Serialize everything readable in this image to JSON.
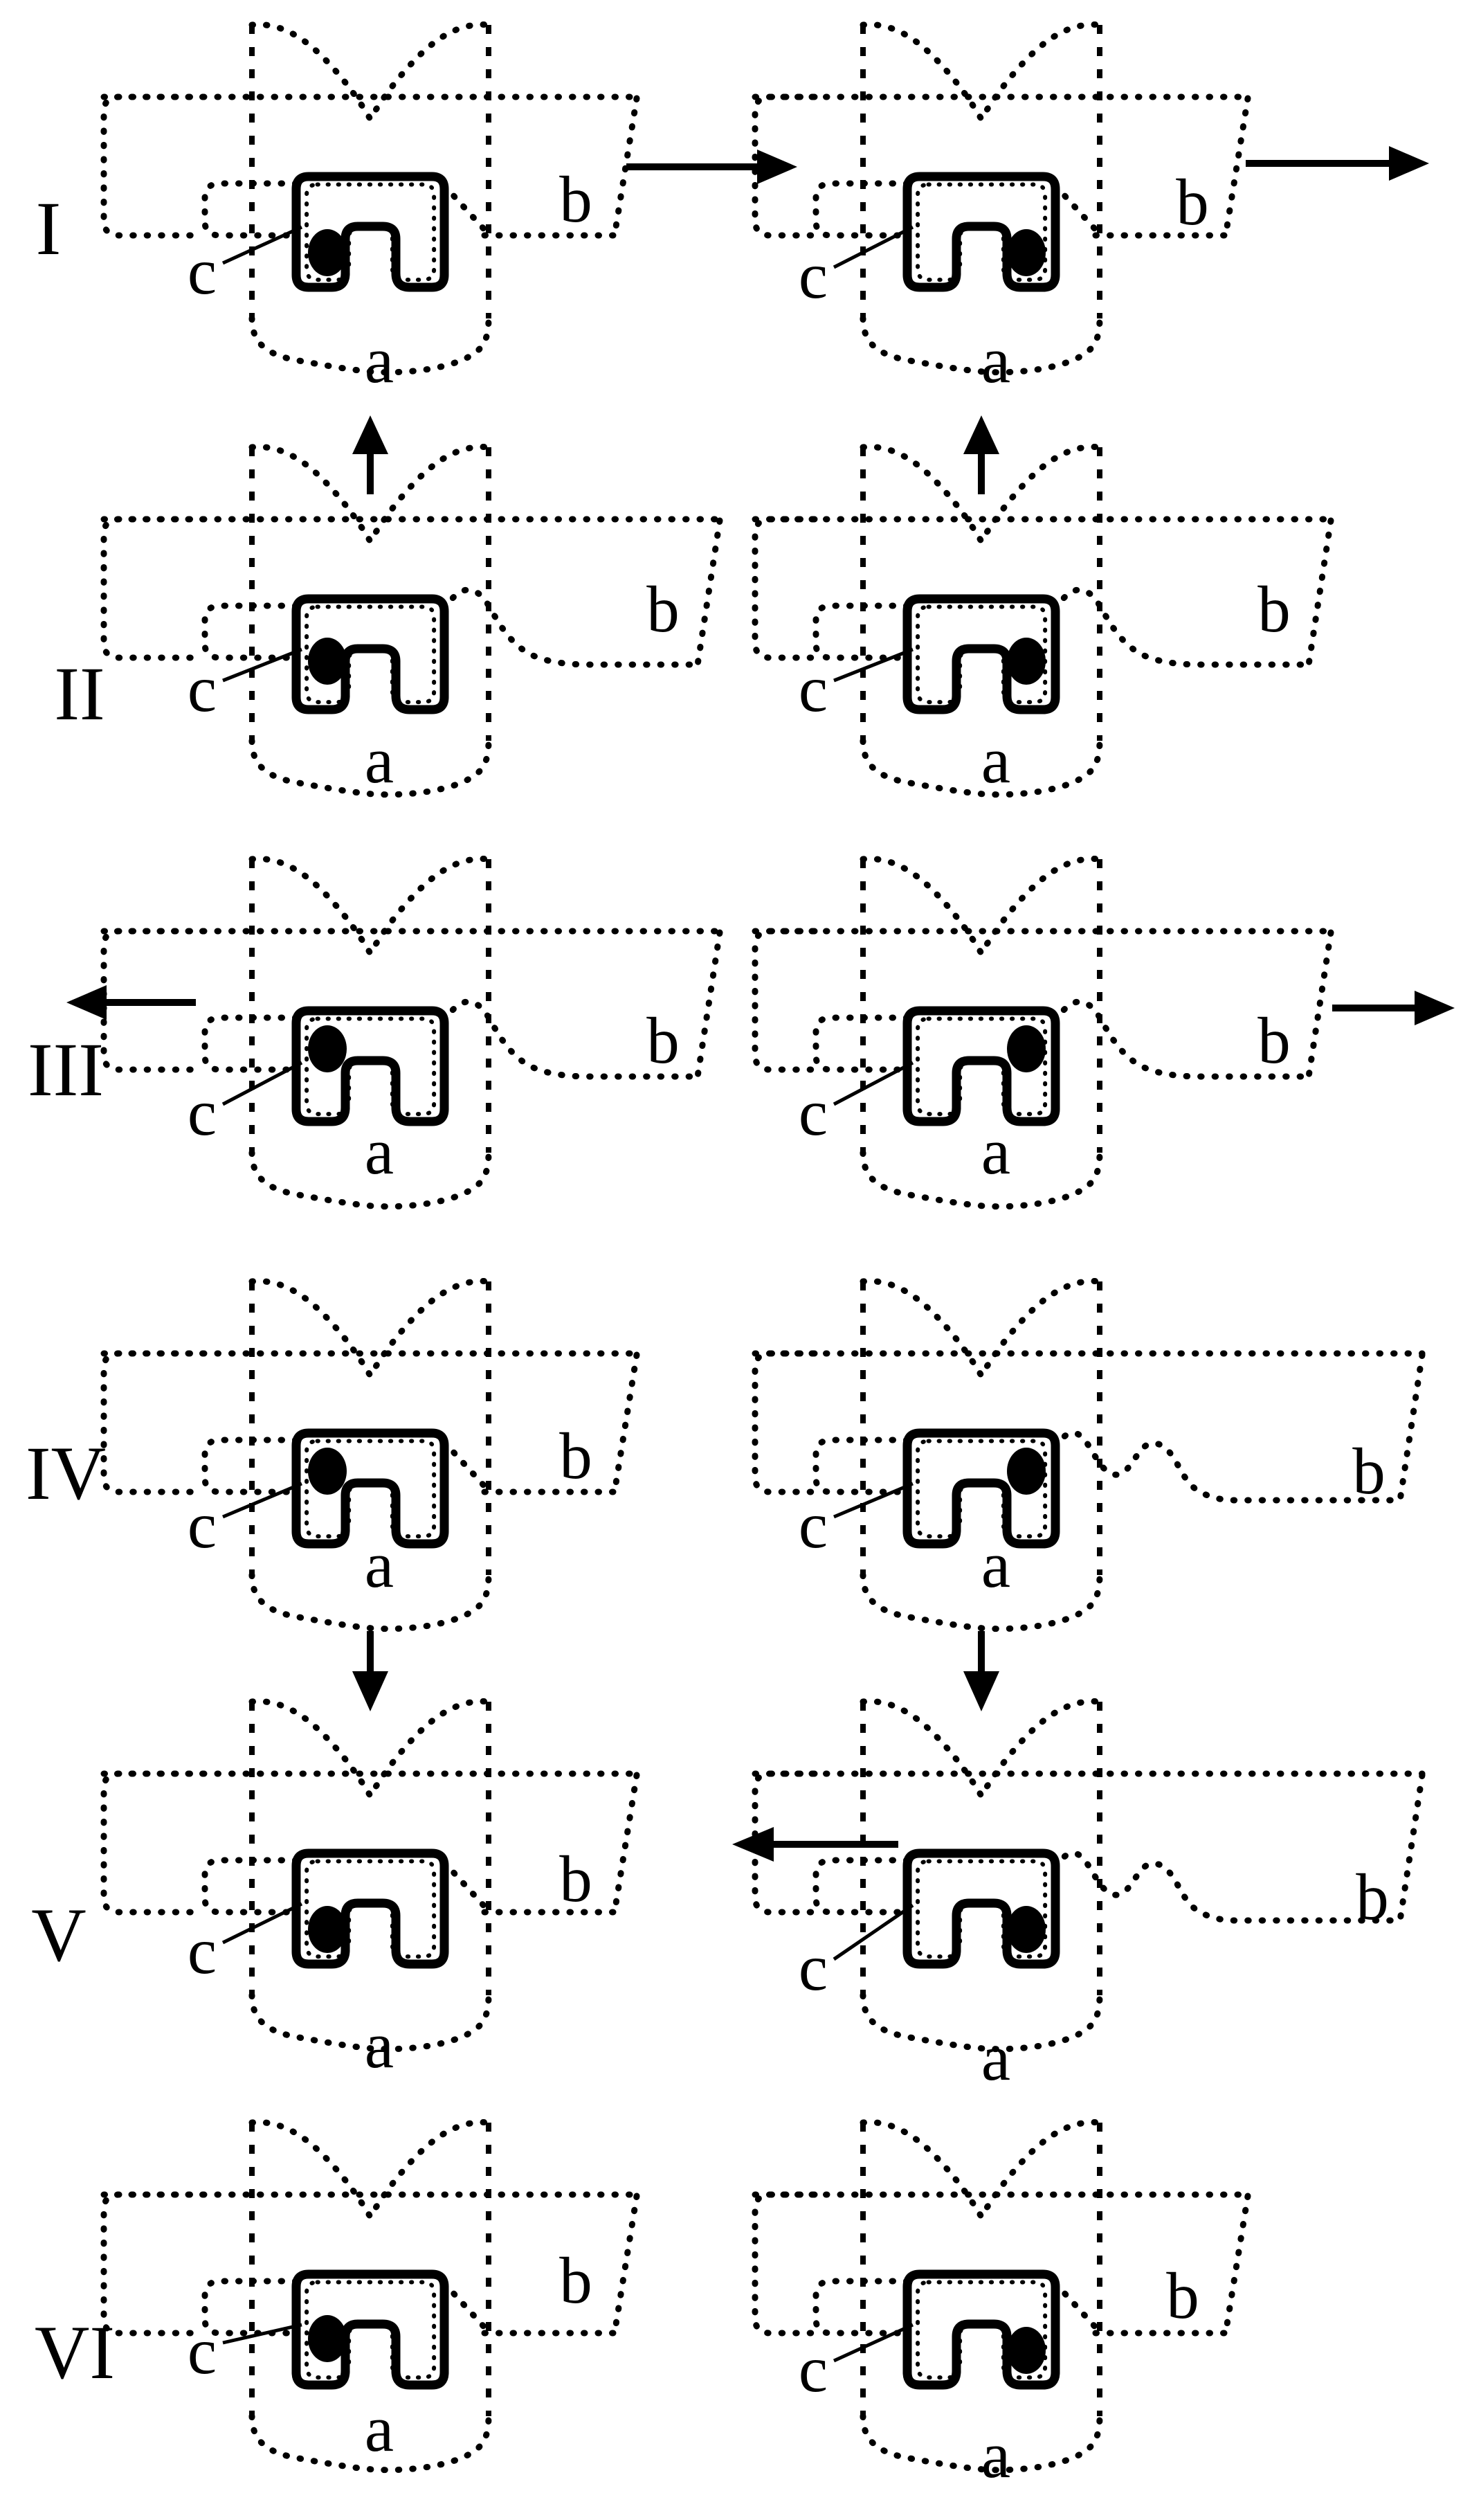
{
  "figure": {
    "row_labels": [
      "I",
      "II",
      "III",
      "IV",
      "V",
      "VI"
    ],
    "part_labels": {
      "a": "a",
      "b": "b",
      "c": "c"
    },
    "panels": [
      {
        "row": "I",
        "side": "left",
        "dot_side": "left",
        "band_right": "plain",
        "arrow": "right"
      },
      {
        "row": "I",
        "side": "right",
        "dot_side": "right",
        "band_right": "plain",
        "arrow": "right"
      },
      {
        "row": "II",
        "side": "left",
        "dot_side": "left",
        "band_right": "single-wave",
        "arrow": "up"
      },
      {
        "row": "II",
        "side": "right",
        "dot_side": "right",
        "band_right": "single-wave",
        "arrow": "up"
      },
      {
        "row": "III",
        "side": "left",
        "dot_side": "left-top",
        "band_right": "single-wave",
        "arrow": "left"
      },
      {
        "row": "III",
        "side": "right",
        "dot_side": "right-top",
        "band_right": "single-wave",
        "arrow": "right"
      },
      {
        "row": "IV",
        "side": "left",
        "dot_side": "left-top",
        "band_right": "plain",
        "arrow": "down"
      },
      {
        "row": "IV",
        "side": "right",
        "dot_side": "right-top",
        "band_right": "double-wave",
        "arrow": "down"
      },
      {
        "row": "V",
        "side": "left",
        "dot_side": "left",
        "band_right": "plain",
        "arrow": "none"
      },
      {
        "row": "V",
        "side": "right",
        "dot_side": "right",
        "band_right": "double-wave",
        "arrow": "left"
      },
      {
        "row": "VI",
        "side": "left",
        "dot_side": "left",
        "band_right": "plain",
        "arrow": "none"
      },
      {
        "row": "VI",
        "side": "right",
        "dot_side": "right",
        "band_right": "plain",
        "arrow": "none"
      }
    ]
  },
  "colors": {
    "ink": "#000000",
    "paper": "#ffffff"
  }
}
